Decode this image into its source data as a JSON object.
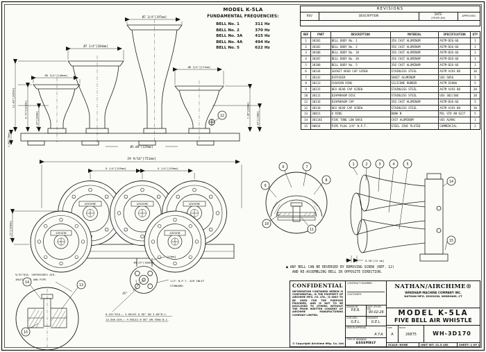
{
  "freq_block": {
    "title": "MODEL K-5LA",
    "subtitle": "FUNDAMENTAL FREQUENCIES:",
    "rows": [
      [
        "BELL No. 1",
        "311 Hz"
      ],
      [
        "BELL No. 2",
        "370 Hz"
      ],
      [
        "BELL No. 3A",
        "415 Hz"
      ],
      [
        "BELL No. 4A",
        "494 Hz"
      ],
      [
        "BELL No. 5",
        "622 Hz"
      ]
    ]
  },
  "revisions": {
    "title": "REVISIONS",
    "columns": [
      "REV",
      "DESCRIPTION",
      "DATE",
      "APPROVED"
    ],
    "date_sub": "(YR-MO-DA)"
  },
  "parts": {
    "columns": [
      "REF",
      "PART",
      "DESCRIPTION",
      "MATERIAL",
      "SPECIFICATION",
      "QTY"
    ],
    "rows": [
      [
        "1",
        "30101",
        "BELL BODY No. 1",
        "356 CAST ALUMINUM",
        "ASTM-B26-66",
        "1"
      ],
      [
        "2",
        "30102",
        "BELL BODY No. 2",
        "356 CAST ALUMINUM",
        "ASTM-B26-66",
        "1"
      ],
      [
        "3",
        "30106",
        "BELL BODY No. 3A",
        "356 CAST ALUMINUM",
        "ASTM-B26-66",
        "1"
      ],
      [
        "4",
        "30107",
        "BELL BODY No. 4A",
        "356 CAST ALUMINUM",
        "ASTM-B26-66",
        "1"
      ],
      [
        "5",
        "30108",
        "BELL BODY No. 5",
        "356 CAST ALUMINUM",
        "ASTM-B26-66",
        "1"
      ],
      [
        "6",
        "30144",
        "SOCKET HEAD CAP SCREW",
        "STAINLESS STEEL",
        "ASTM A193 B8",
        "10"
      ],
      [
        "7",
        "30142",
        "DIFFUSER",
        "SHEET ALUMINUM",
        "USS 5056",
        "5"
      ],
      [
        "8",
        "30113",
        "CUSHION RING",
        "SILICONE RUBBER",
        "ASTM D2000",
        "5"
      ],
      [
        "9",
        "30115",
        "HEX HEAD CAP SCREW",
        "STAINLESS STEEL",
        "ASTM A193 B8",
        "20"
      ],
      [
        "10",
        "30111",
        "DIAPHRAGM DISC",
        "STAINLESS STEEL",
        "USS 302/304",
        "10"
      ],
      [
        "11",
        "30116",
        "DIAPHRAGM CAP",
        "356 CAST ALUMINUM",
        "ASTM-B26-66",
        "5"
      ],
      [
        "12",
        "30118",
        "HEX HEAD CAP SCREW",
        "STAINLESS STEEL",
        "ASTM A193 B8",
        "10"
      ],
      [
        "13",
        "30811",
        "O RING",
        "BUNA N",
        "MIL STD AN 6227",
        "5"
      ],
      [
        "14",
        "30114E",
        "FIVE TONE LOW BASE",
        "CAST ALUMINUM",
        "USS ALMAG",
        "1"
      ],
      [
        "15",
        "90814",
        "PIPE PLUG 3/8\" N.P.T.",
        "STEEL ZINC PLATED",
        "COMMERCIAL",
        "2"
      ]
    ]
  },
  "balloons": [
    "1",
    "2",
    "3",
    "4",
    "5",
    "6",
    "7",
    "8",
    "9",
    "10",
    "11",
    "12",
    "13",
    "14",
    "15"
  ],
  "dims": {
    "bell2": "Ø7 3/4\"[197mm]",
    "bell1": "Ø7 1/4\"[184mm]",
    "bell0": "Ø5 3/4\"[146mm]",
    "bell4": "Ø6 3/4\"[171mm]",
    "h1": "12.00\"[305mm]",
    "h2": "8.75\"[222mm]",
    "h3": "6.44\"[164mm]",
    "h4": "3.00\"[76mm]",
    "base_dia": "Ø5.08\"[129mm]",
    "rh1": "7.88\"[200mm]",
    "rh2": "4.63\"[118mm]",
    "overall": "29 9/16\"[751mm]",
    "sp1": "6 1/4\"[159mm]",
    "sp2": "6 1/4\"[159mm]",
    "fh": "6.25\"[159mm]",
    "neck": "[44mm]",
    "flange": "Ø4.25\"[108mm]",
    "angle": "45°",
    "gap": "0.50\"[13 mm]"
  },
  "notes": {
    "rev1": "● ANY BELL CAN BE REVERSED BY REMOVING SCREW (REF. 12)",
    "rev2": "AND RE-ASSEMBLING BELL IN OPPOSITE DIRECTION.",
    "holes1": "0.531\"DIA.— 4 HOLES @ 90° ON 3.00\"B.C.",
    "holes2": "13.5mm DIA.— 4 HOLES @ 90° ON 76mm B.C.",
    "sup1": "9/32\"DIA. SUPERSEDES AIR-",
    "sup2": "INLET BASE AND PIPE",
    "inlet1": "1/2\" N.P.T. AIR INLET",
    "inlet2": "STANDARD"
  },
  "labels": {
    "nameplate": "AIRCHIME"
  },
  "title_block": {
    "confidential": {
      "title": "CONFIDENTIAL",
      "body": "INFORMATION CONTAINED HEREIN IS CONFIDENTIAL, IS THE PROPERTY OF AIRCHIME MFG. CO. LTD., IS ONLY TO BE USED FOR THE PURPOSE PROVIDED, AND IS NOT TO BE DISCLOSED TO OTHERS WITHOUT THE PRIOR WRITTEN CONSENT OF AIRCHIME MANUFACTURING COMPANY LIMITED.",
      "copyright": "© Copyright Airchime Mfg. Co. Ltd."
    },
    "contract_label": "CONTRACT NUMBER:",
    "customer_label": "CUSTOMER:",
    "company": {
      "logo": "NATHAN/AIRCHIME®",
      "line1": "WINDHAM MACHINE COMPANY INC.",
      "line2": "NATHAN MFG. DIVISION, WINDHAM, CT"
    },
    "model_title": "MODEL K-5LA",
    "model_subtitle": "FIVE BELL AIR WHISTLE",
    "fields": {
      "drawn_label": "DRAWN BY:",
      "drawn": "P.E.R.",
      "date_label": "DATE (YR-MO-DA)",
      "date": "90-02-26",
      "checked_label": "CHECKED :",
      "checked": "G.E.L.",
      "engineer_label": "ENGINEER",
      "engineer": "G.E.L.",
      "design_label": "DESIGN APPROVAL",
      "design": "A.Y.A.",
      "type_label": "TYPE OF DRAWING",
      "type": "ASSEMBLY"
    },
    "size_label": "SIZE",
    "size": "A",
    "nscm_label": "NSCM",
    "nscm": "26875",
    "dwg_no": "WH-3D170",
    "scale": "SCALE: NONE",
    "weight": "UNIT WT: 21.5 LBS",
    "sheet": "SHEET: 1 OF 1"
  }
}
